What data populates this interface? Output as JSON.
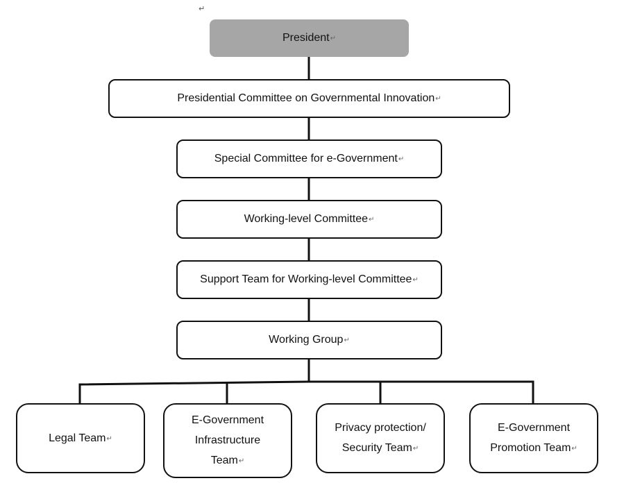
{
  "chart": {
    "mark_top": "↵",
    "return_mark": "↵",
    "nodes": {
      "president": "President",
      "presidential_committee": "Presidential Committee on Governmental Innovation",
      "special_committee": "Special Committee for e-Government",
      "working_level_committee": "Working-level Committee",
      "support_team": "Support Team for Working-level Committee",
      "working_group": "Working Group"
    },
    "teams": {
      "legal": [
        "Legal Team"
      ],
      "infrastructure": [
        "E-Government",
        "Infrastructure",
        "Team"
      ],
      "privacy": [
        "Privacy protection/",
        "Security Team"
      ],
      "promotion": [
        "E-Government",
        "Promotion Team"
      ]
    }
  }
}
